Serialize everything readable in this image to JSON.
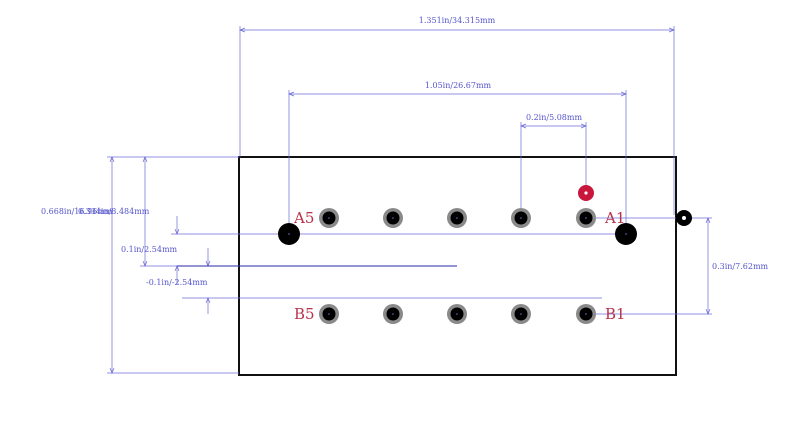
{
  "dimensions": {
    "overall_width": "1.351in/34.315mm",
    "row_span": "1.05in/26.67mm",
    "pitch": "0.2in/5.08mm",
    "overall_height": "0.668in/16.96mm",
    "body_height": "0.334in/8.484mm",
    "offset_upper": "0.1in/2.54mm",
    "offset_lower": "-0.1in/-2.54mm",
    "row_spacing": "0.3in/7.62mm"
  },
  "pin_labels": {
    "a5": "A5",
    "a1": "A1",
    "b5": "B5",
    "b1": "B1"
  },
  "colors": {
    "dimension": "#6b6bd6",
    "label": "#b8324a",
    "outline": "#111111",
    "pad_ring": "#8a8a8a",
    "pad_core": "#000000",
    "marker": "#c8163c"
  }
}
